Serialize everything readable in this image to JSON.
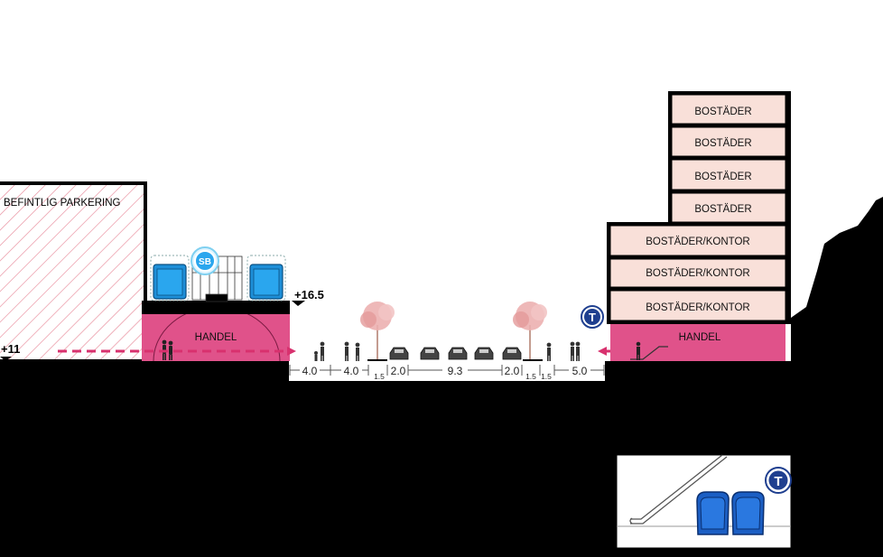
{
  "labels": {
    "existing_parking": "BEFINTLIG PARKERING",
    "retail_left": "HANDEL",
    "retail_right": "HANDEL",
    "housing_floors": [
      "BOSTÄDER",
      "BOSTÄDER",
      "BOSTÄDER",
      "BOSTÄDER"
    ],
    "mixed_floors": [
      "BOSTÄDER/KONTOR",
      "BOSTÄDER/KONTOR",
      "BOSTÄDER/KONTOR"
    ]
  },
  "levels": {
    "left": "+11",
    "roof": "+16.5"
  },
  "badges": {
    "bus_station": "SB",
    "metro_street": "T",
    "metro_station": "T"
  },
  "dimensions": [
    "4.0",
    "4.0",
    "1.5",
    "2.0",
    "9.3",
    "2.0",
    "1.5",
    "1.5",
    "5.0"
  ],
  "colors": {
    "retail": "#e0528a",
    "housing": "#f9e0d9",
    "hatch": "#e88a9a",
    "bus": "#1e8fd8",
    "tree": "#ecb0b0",
    "metro_seat": "#1c5fc4",
    "badge": "#1f3f8f",
    "dashed_arrow": "#d8316e",
    "ground": "#000000"
  }
}
